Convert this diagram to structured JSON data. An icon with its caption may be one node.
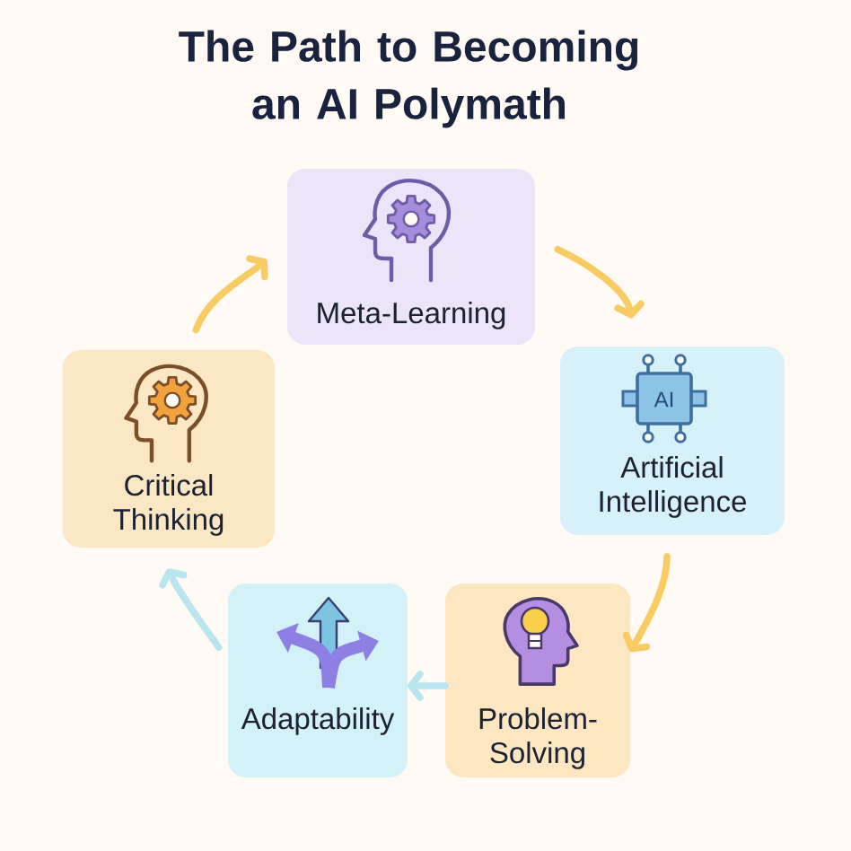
{
  "diagram": {
    "title": "The Path to Becoming an AI Polymath",
    "nodes": [
      {
        "text": [
          "Meta-Learning"
        ]
      },
      {
        "text": [
          "Critical Thinking"
        ]
      },
      {
        "text": [
          "Artificial Intelligence"
        ]
      },
      {
        "text": [
          "Adaptability"
        ]
      },
      {
        "text": [
          "Problem-Solving"
        ]
      }
    ],
    "edges": [
      {
        "from": 1,
        "to": 0,
        "arrow": "to"
      },
      {
        "from": 0,
        "to": 2,
        "arrow": "to"
      },
      {
        "from": 2,
        "to": 4,
        "arrow": "to"
      },
      {
        "from": 4,
        "to": 3,
        "arrow": "to",
        "color": "#b8e5f0"
      },
      {
        "from": 3,
        "to": 1,
        "arrow": "to",
        "color": "#b8e5f0"
      }
    ],
    "labels": [
      "AI"
    ]
  }
}
